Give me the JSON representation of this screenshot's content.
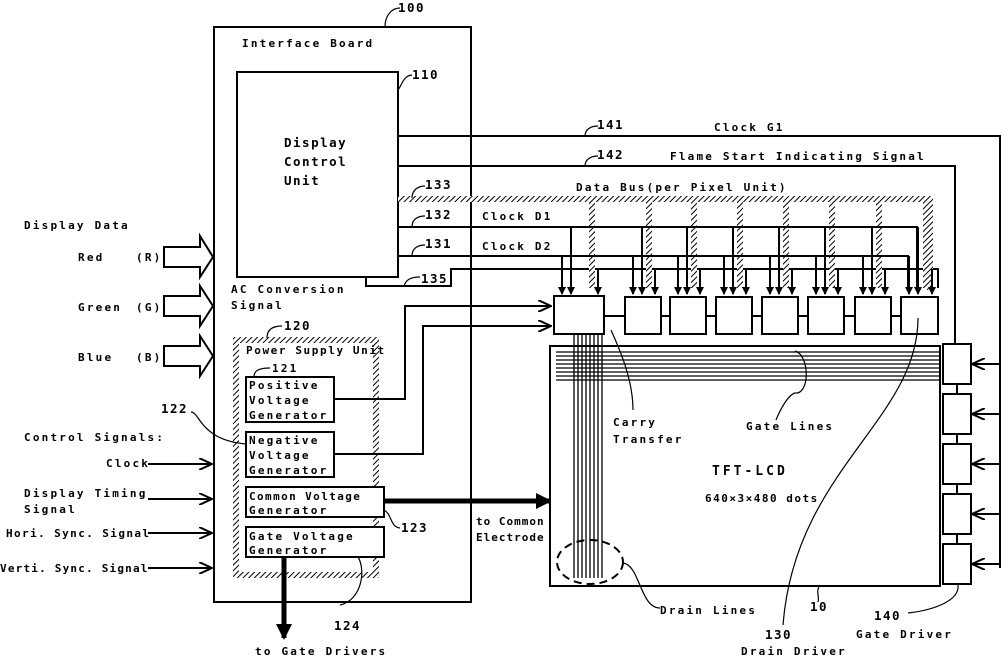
{
  "figure": {
    "interface_board": {
      "ref": "100",
      "label": "Interface Board"
    },
    "display_control_unit": {
      "ref": "110",
      "label_lines": [
        "Display",
        "Control",
        "Unit"
      ]
    },
    "ac_conversion_signal": {
      "ref": "135",
      "label_lines": [
        "AC Conversion",
        "Signal"
      ]
    },
    "power_supply_unit": {
      "ref": "120",
      "label": "Power Supply Unit",
      "generators": [
        {
          "ref": "121",
          "label_lines": [
            "Positive",
            "Voltage",
            "Generator"
          ]
        },
        {
          "ref": "122",
          "label_lines": [
            "Negative",
            "Voltage",
            "Generator"
          ]
        },
        {
          "ref": "123",
          "label_lines": [
            "Common Voltage",
            "Generator"
          ]
        },
        {
          "ref": "124",
          "label_lines": [
            "Gate Voltage",
            "Generator"
          ]
        }
      ]
    },
    "display_data": {
      "heading": "Display Data",
      "inputs": [
        {
          "name": "Red",
          "code": "(R)"
        },
        {
          "name": "Green",
          "code": "(G)"
        },
        {
          "name": "Blue",
          "code": "(B)"
        }
      ]
    },
    "control_signals": {
      "heading": "Control Signals:",
      "inputs": [
        {
          "label_lines": [
            "Clock"
          ]
        },
        {
          "label_lines": [
            "Display Timing",
            "Signal"
          ]
        },
        {
          "label_lines": [
            "Hori. Sync. Signal"
          ]
        },
        {
          "label_lines": [
            "Verti. Sync. Signal"
          ]
        }
      ]
    },
    "signals": [
      {
        "ref": "141",
        "label": "Clock G1"
      },
      {
        "ref": "142",
        "label": "Flame Start Indicating Signal"
      },
      {
        "ref": "133",
        "label": "Data Bus(per Pixel Unit)"
      },
      {
        "ref": "132",
        "label": "Clock D1"
      },
      {
        "ref": "131",
        "label": "Clock D2"
      }
    ],
    "to_common_electrode": [
      "to Common",
      "Electrode"
    ],
    "to_gate_drivers": "to Gate Drivers",
    "panel": {
      "ref": "10",
      "title": "TFT-LCD",
      "resolution": "640×3×480 dots",
      "gate_lines_label": "Gate Lines",
      "drain_lines_label": "Drain Lines",
      "carry_transfer_label": [
        "Carry",
        "Transfer"
      ]
    },
    "drain_driver": {
      "ref": "130",
      "label": "Drain Driver",
      "count": 8
    },
    "gate_driver": {
      "ref": "140",
      "label": "Gate Driver",
      "count": 5
    }
  }
}
